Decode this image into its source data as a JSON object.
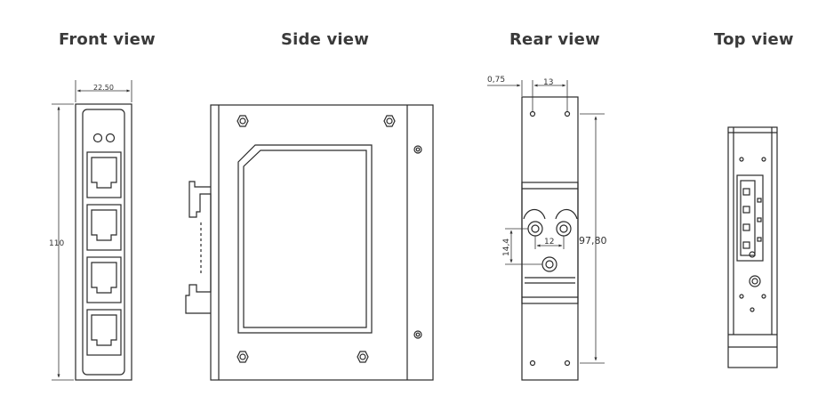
{
  "views": {
    "front": {
      "title": "Front view",
      "width_dim": "22.50",
      "height_dim": "110"
    },
    "side": {
      "title": "Side view"
    },
    "rear": {
      "title": "Rear view",
      "dim_offset": "0,75",
      "dim_hole_spacing": "13",
      "dim_hole_dx": "12",
      "dim_hole_dy": "14,4",
      "dim_height": "97,80"
    },
    "top": {
      "title": "Top view"
    }
  }
}
